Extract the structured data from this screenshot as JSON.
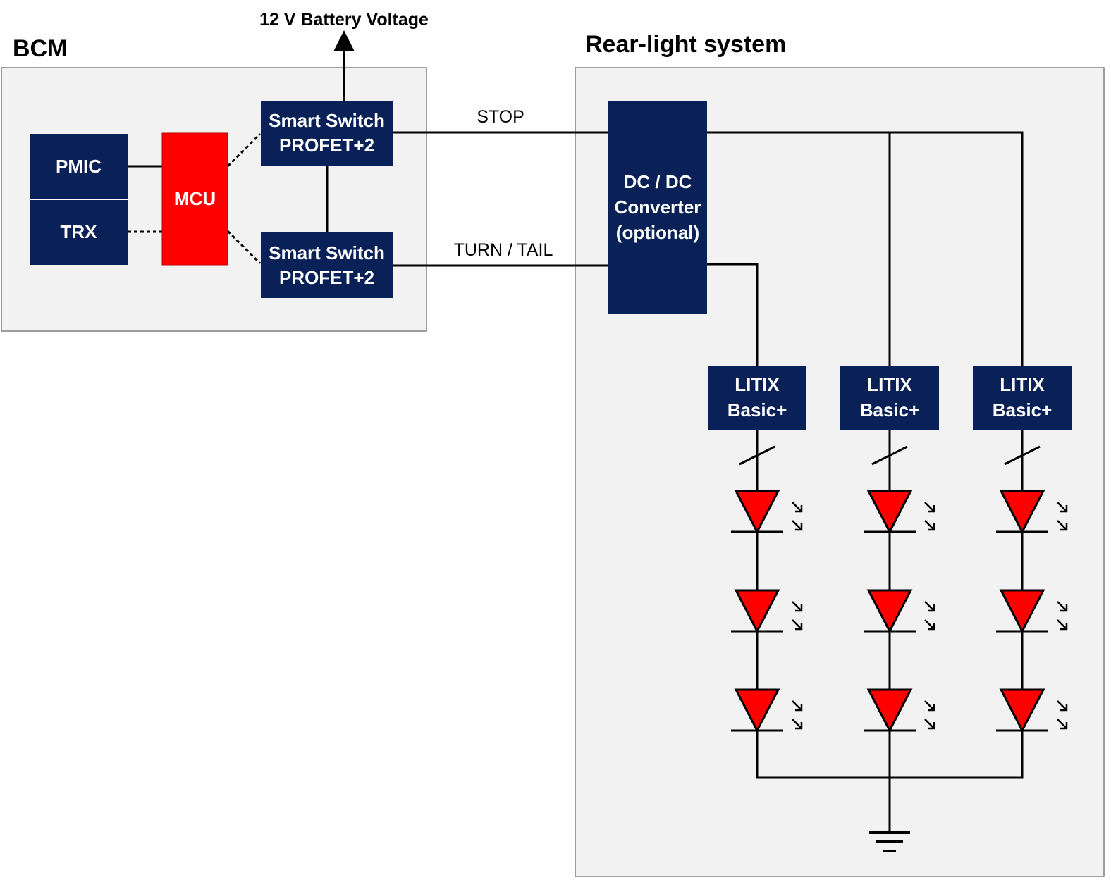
{
  "title": "",
  "colors": {
    "block": "#0a2158",
    "mcu": "#ff0000",
    "led": "#ff0000",
    "region_fill": "#f2f2f2",
    "region_border": "#7f7f7f",
    "wire": "#000000"
  },
  "bcm": {
    "title": "BCM",
    "supply_label": "12 V Battery Voltage",
    "pmic": "PMIC",
    "trx": "TRX",
    "mcu": "MCU",
    "switch_top": [
      "Smart Switch",
      "PROFET+2"
    ],
    "switch_bottom": [
      "Smart Switch",
      "PROFET+2"
    ]
  },
  "signals": {
    "stop": "STOP",
    "turn_tail": "TURN / TAIL"
  },
  "rear": {
    "title": "Rear-light system",
    "dcdc": [
      "DC / DC",
      "Converter",
      "(optional)"
    ],
    "drivers": [
      [
        "LITIX",
        "Basic+"
      ],
      [
        "LITIX",
        "Basic+"
      ],
      [
        "LITIX",
        "Basic+"
      ]
    ],
    "leds_per_string": 3,
    "icons": [
      "led-icon",
      "ground-icon",
      "arrow-up-icon",
      "bus-slash-icon"
    ]
  }
}
